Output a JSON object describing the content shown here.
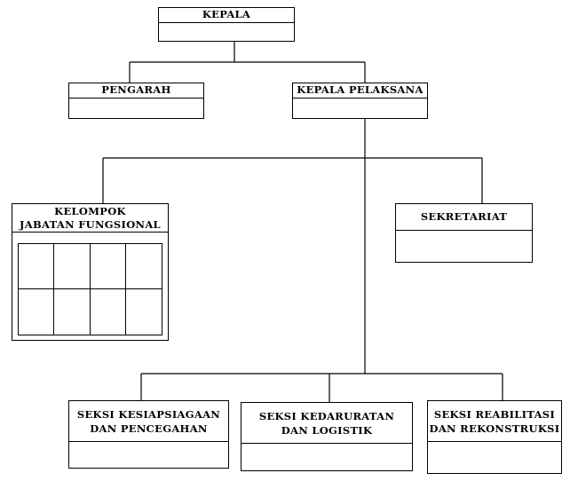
{
  "org_chart": {
    "head": {
      "label": "KEPALA"
    },
    "advisor": {
      "label": "PENGARAH"
    },
    "executive_head": {
      "label": "KEPALA PELAKSANA"
    },
    "functional_group": {
      "label": "KELOMPOK\nJABATAN FUNGSIONAL"
    },
    "secretariat": {
      "label": "SEKRETARIAT"
    },
    "sections": [
      {
        "label": "SEKSI KESIAPSIAGAAN\nDAN PENCEGAHAN"
      },
      {
        "label": "SEKSI KEDARURATAN\nDAN LOGISTIK"
      },
      {
        "label": "SEKSI REABILITASI\nDAN REKONSTRUKSI"
      }
    ]
  }
}
